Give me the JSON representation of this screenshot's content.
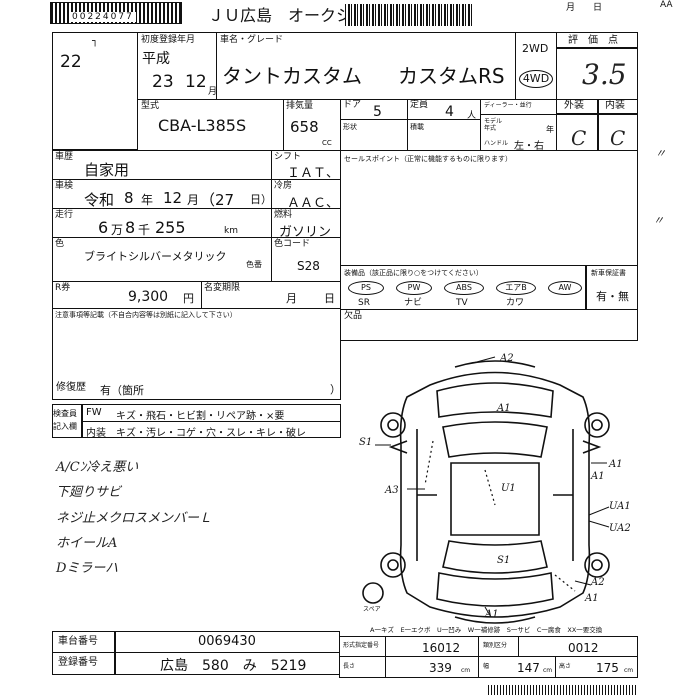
{
  "header": {
    "lot_no": "00224077",
    "auction": "ＪＵ広島　オークション",
    "month_day": "月　　日",
    "aa": "AA"
  },
  "lot_number": "22",
  "first_reg": {
    "label": "初度登録年月",
    "era": "平成",
    "year": "23",
    "month": "12",
    "month_unit": "月"
  },
  "car_name": {
    "label": "車名・グレード",
    "name": "タントカスタム",
    "grade": "カスタムRS"
  },
  "drive": {
    "two": "2WD",
    "four": "4WD"
  },
  "score": {
    "label": "評　価　点",
    "value": "3.5"
  },
  "model": {
    "label": "型式",
    "value": "CBA-L385S"
  },
  "displacement": {
    "label": "排気量",
    "value": "658",
    "unit": "CC"
  },
  "doors": {
    "label": "ドア",
    "value": "5",
    "shape_label": "形状"
  },
  "capacity": {
    "label": "定員",
    "value": "4",
    "unit": "人",
    "load_label": "積載"
  },
  "dealer": {
    "label": "ディーラー・並行",
    "model_year": "モデル年式",
    "handle": "ハンドル",
    "handle_value": "左・右",
    "year_unit": "年"
  },
  "exterior": {
    "label": "外装",
    "value": "C"
  },
  "interior": {
    "label": "内装",
    "value": "C"
  },
  "usage": {
    "label": "車歴",
    "value": "自家用"
  },
  "shift": {
    "label": "シフト",
    "value": "ＩＡＴ、"
  },
  "inspection": {
    "label": "車検",
    "era": "令和",
    "year": "8",
    "year_unit": "年",
    "month": "12",
    "month_unit": "月",
    "day": "（27",
    "day_unit": "日）"
  },
  "aircon": {
    "label": "冷房",
    "value": "ＡＡＣ、"
  },
  "mileage": {
    "label": "走行",
    "man": "6",
    "man_unit": "万",
    "sen": "8",
    "sen_unit": "千",
    "rest": "255",
    "unit": "km"
  },
  "fuel": {
    "label": "燃料",
    "value": "ガソリン"
  },
  "color": {
    "label": "色",
    "value": "ブライトシルバーメタリック",
    "no_label": "色番",
    "code_label": "色コード",
    "code": "S28"
  },
  "recycle": {
    "label": "R券",
    "value": "9,300",
    "unit": "円",
    "tax_label": "名変期限",
    "month": "月",
    "day": "日"
  },
  "sales_point": {
    "label": "セールスポイント（正常に機能するものに限ります）"
  },
  "equipment": {
    "label": "装備品（該正品に限り○をつけてください）",
    "items": [
      {
        "top": "PS",
        "bottom": "SR"
      },
      {
        "top": "PW",
        "bottom": "ナビ"
      },
      {
        "top": "ABS",
        "bottom": "TV"
      },
      {
        "top": "エアB",
        "bottom": "カワ"
      },
      {
        "top": "AW",
        "bottom": ""
      }
    ],
    "spare_label": "新車保証書",
    "spare_value": "有・無"
  },
  "missing": {
    "label": "欠品"
  },
  "notes": {
    "label": "注意事項等記載（不自合内容等は別紙に記入して下さい）"
  },
  "repair": {
    "label": "修復歴",
    "value": "有（箇所",
    "close": "）"
  },
  "inspector": {
    "label1": "検査員",
    "label2": "記入欄",
    "row1_head": "FW",
    "row1": "キズ・飛石・ヒビ割・リペア跡・×要",
    "row2_head": "内装",
    "row2": "キズ・汚レ・コゲ・穴・スレ・キレ・破レ"
  },
  "handwritten_notes": [
    "A/Cﾝ冷え悪い",
    "下廻りサビ",
    "ネジ止メクロスメンバーＬ",
    "ホイールA",
    "Dミラーハ"
  ],
  "diagram_marks": [
    "A2",
    "A1",
    "S1",
    "A1",
    "A3",
    "U1",
    "A1",
    "UA1",
    "UA2",
    "S1",
    "A2",
    "A1",
    "A1"
  ],
  "diagram": {
    "spare_label": "スペア"
  },
  "legend": "A一キズ　E一エクボ　U一凹み　W一補修跡　S一サビ　C一腐食　XX一要交換",
  "chassis": {
    "label": "車台番号",
    "value": "0069430"
  },
  "plate": {
    "label": "登録番号",
    "value": "広島　580　み　5219"
  },
  "bottom_table": {
    "cells": [
      {
        "label": "形式指定番号",
        "value": "16012"
      },
      {
        "label": "類別区分",
        "value": "0012"
      },
      {
        "label": "長さ",
        "value": "339",
        "unit": "cm"
      },
      {
        "label": "幅",
        "value": "147",
        "unit": "cm"
      },
      {
        "label": "高さ",
        "value": "175",
        "unit": "cm"
      }
    ]
  }
}
